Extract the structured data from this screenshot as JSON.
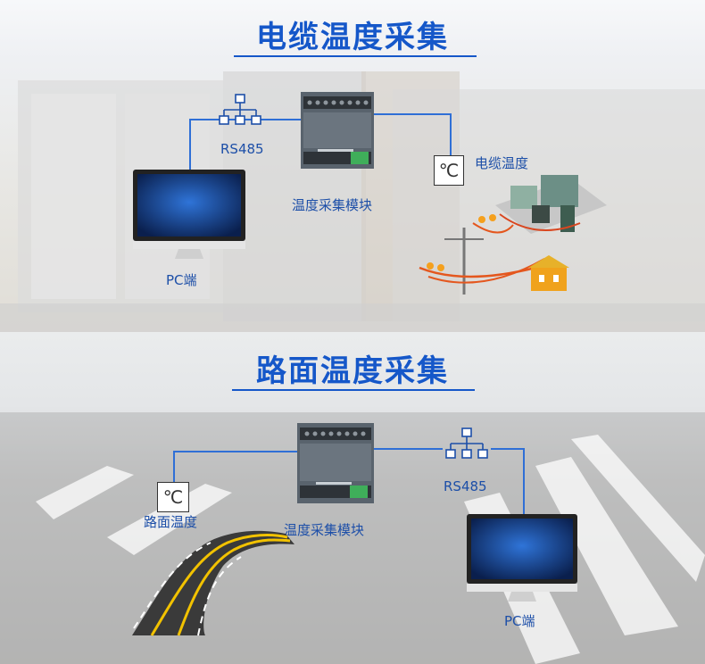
{
  "cable_section": {
    "title": "电缆温度采集",
    "rs485_label": "RS485",
    "module_label": "温度采集模块",
    "pc_label": "PC端",
    "sensor_label": "电缆温度",
    "sensor_symbol": "℃"
  },
  "road_section": {
    "title": "路面温度采集",
    "rs485_label": "RS485",
    "module_label": "温度采集模块",
    "pc_label": "PC端",
    "sensor_label": "路面温度",
    "sensor_symbol": "℃"
  },
  "colors": {
    "accent": "#1557c9",
    "wire": "#2f6fd6"
  },
  "icons": [
    "network-topology-icon",
    "thermometer-celsius-icon",
    "monitor-icon",
    "temperature-module-icon",
    "substation-icon",
    "house-icon",
    "utility-pole-icon",
    "road-icon"
  ]
}
